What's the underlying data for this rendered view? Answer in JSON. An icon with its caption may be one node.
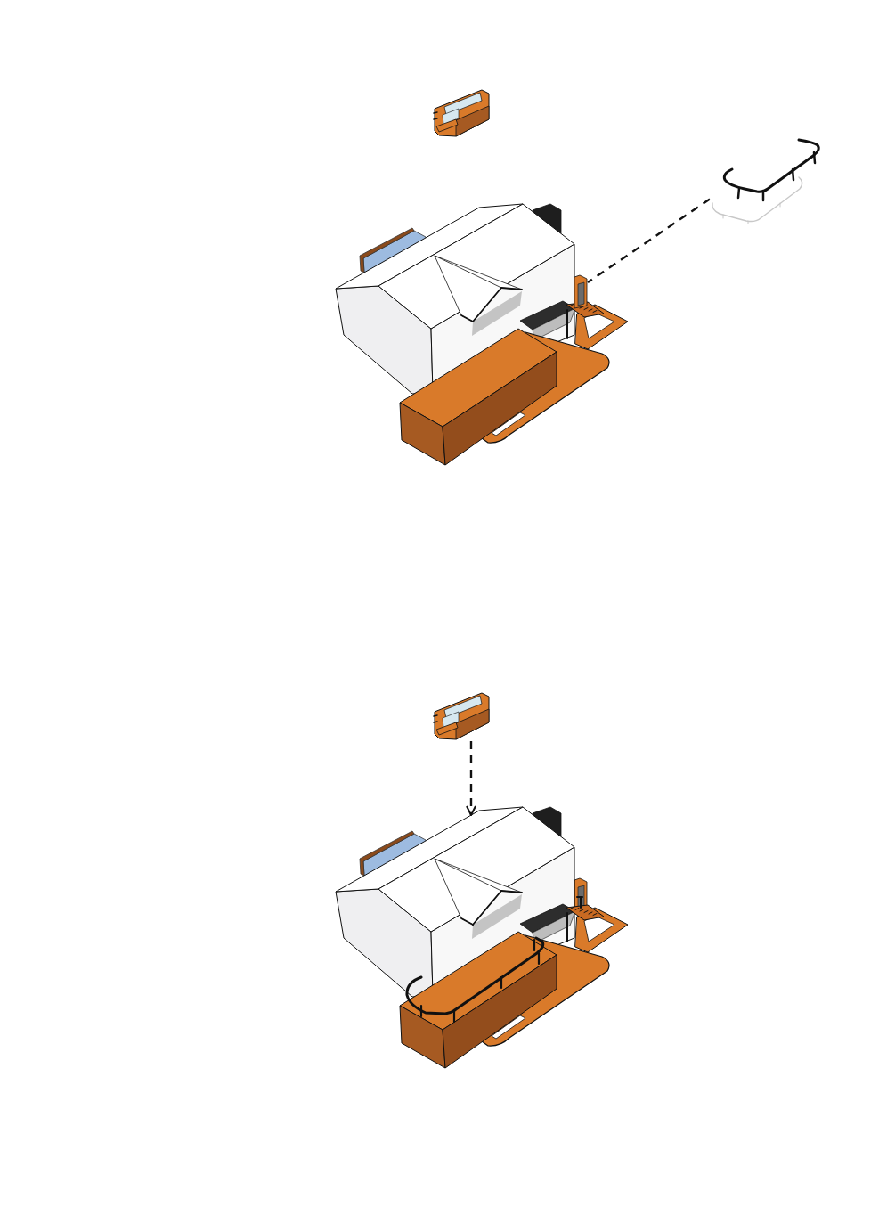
{
  "diagram": {
    "nodes": [
      {
        "text": [],
        "shape": "picture"
      },
      {
        "text": [],
        "shape": "picture"
      },
      {
        "text": [],
        "shape": "picture"
      },
      {
        "text": [],
        "shape": "picture",
        "in": 2
      },
      {
        "text": [],
        "shape": "picture"
      },
      {
        "text": [],
        "shape": "picture"
      }
    ],
    "edges": [
      {
        "from": 1,
        "to": 3,
        "arrow": "none",
        "style": "dashed"
      },
      {
        "from": 4,
        "to": 5,
        "arrow": "to",
        "style": "dashed"
      }
    ]
  }
}
